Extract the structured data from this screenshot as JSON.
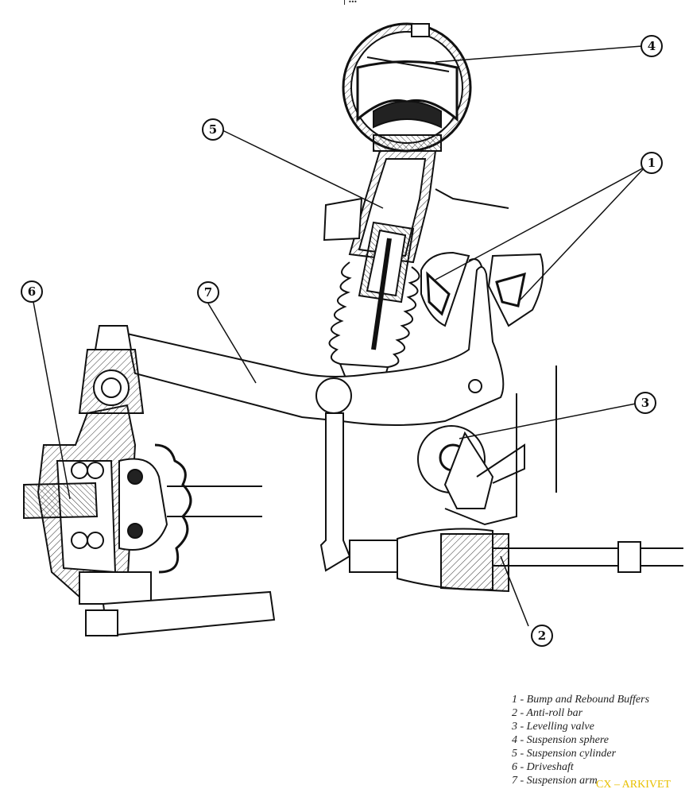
{
  "header_fragment": "| ...",
  "callouts": [
    "1",
    "2",
    "3",
    "4",
    "5",
    "6",
    "7"
  ],
  "legend": [
    "1 - Bump and Rebound Buffers",
    "2 - Anti-roll bar",
    "3 - Levelling valve",
    "4 - Suspension sphere",
    "5 - Suspension cylinder",
    "6 - Driveshaft",
    "7 - Suspension arm"
  ],
  "watermark": "CX – ARKIVET"
}
